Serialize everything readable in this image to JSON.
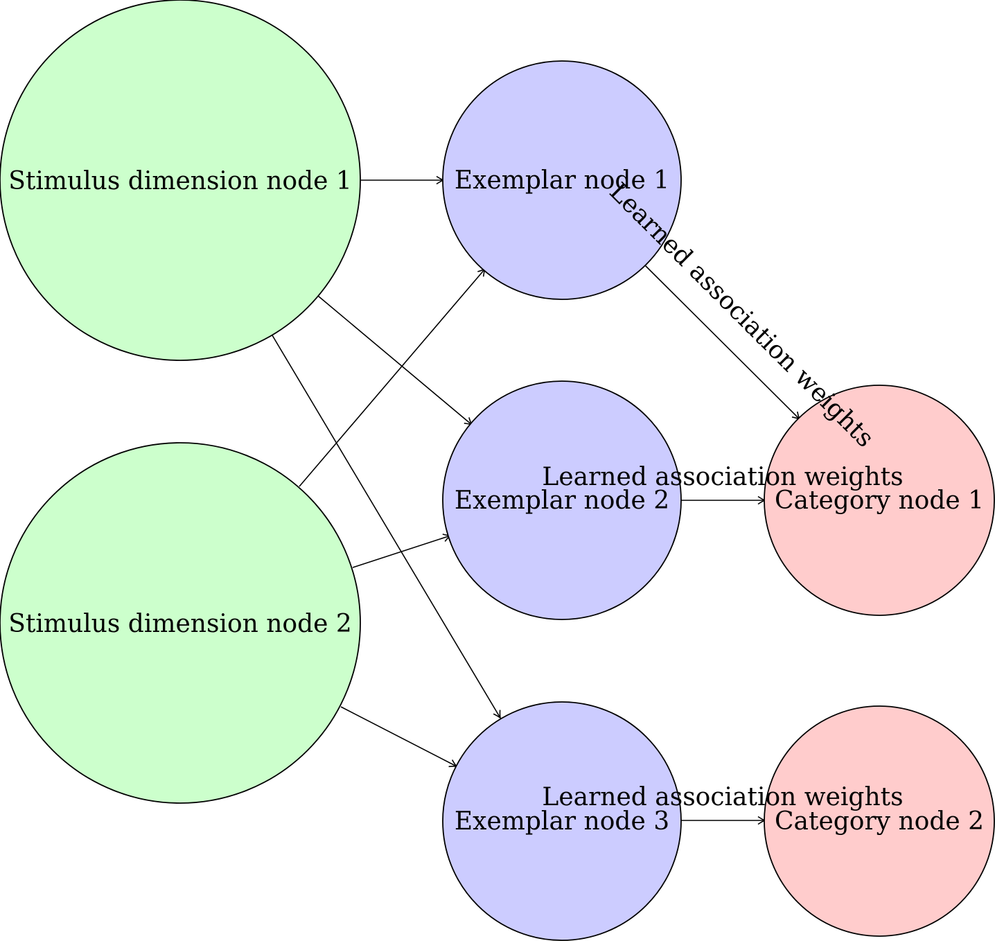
{
  "colors": {
    "stimulus_fill": "#ccffcc",
    "exemplar_fill": "#ccccff",
    "category_fill": "#ffcccc",
    "stroke": "#000000"
  },
  "nodes": {
    "stimulus_1": "Stimulus dimension node 1",
    "stimulus_2": "Stimulus dimension node 2",
    "exemplar_1": "Exemplar node 1",
    "exemplar_2": "Exemplar node 2",
    "exemplar_3": "Exemplar node 3",
    "category_1": "Category node 1",
    "category_2": "Category node 2"
  },
  "edge_labels": {
    "exemplar1_to_category1": "Learned association weights",
    "exemplar2_to_category1": "Learned association weights",
    "exemplar3_to_category2": "Learned association weights"
  }
}
